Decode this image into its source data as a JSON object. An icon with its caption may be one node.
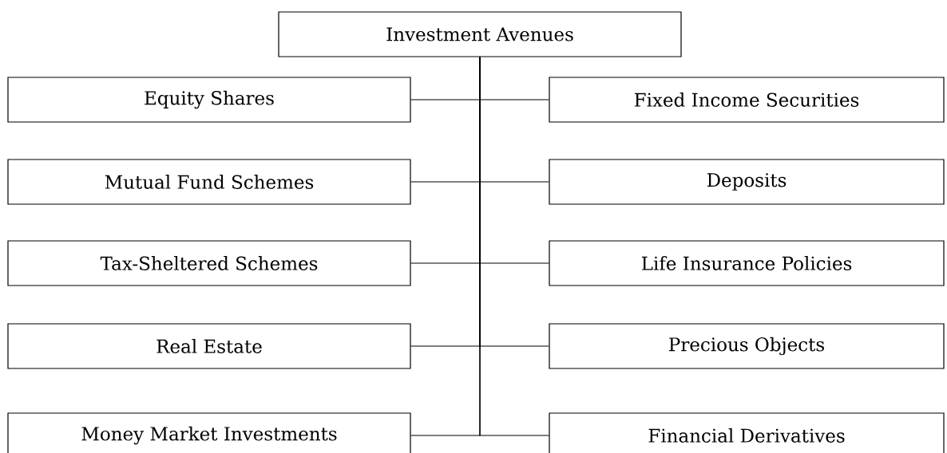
{
  "diagram": {
    "nodes": [
      {
        "text": [
          "Investment Avenues"
        ]
      },
      {
        "text": [
          "Equity Shares"
        ]
      },
      {
        "text": [
          "Fixed Income Securities"
        ]
      },
      {
        "text": [
          "Mutual Fund Schemes"
        ]
      },
      {
        "text": [
          "Deposits"
        ]
      },
      {
        "text": [
          "Tax-Sheltered Schemes"
        ]
      },
      {
        "text": [
          "Life Insurance Policies"
        ]
      },
      {
        "text": [
          "Real Estate"
        ]
      },
      {
        "text": [
          "Precious Objects"
        ]
      },
      {
        "text": [
          "Money Market Investments"
        ]
      },
      {
        "text": [
          "Financial Derivatives"
        ]
      }
    ],
    "edges": [
      {
        "from": 0,
        "to": 1,
        "arrow": "none"
      },
      {
        "from": 0,
        "to": 2,
        "arrow": "none"
      },
      {
        "from": 0,
        "to": 3,
        "arrow": "none"
      },
      {
        "from": 0,
        "to": 4,
        "arrow": "none"
      },
      {
        "from": 0,
        "to": 5,
        "arrow": "none"
      },
      {
        "from": 0,
        "to": 6,
        "arrow": "none"
      },
      {
        "from": 0,
        "to": 7,
        "arrow": "none"
      },
      {
        "from": 0,
        "to": 8,
        "arrow": "none"
      },
      {
        "from": 0,
        "to": 9,
        "arrow": "none"
      },
      {
        "from": 0,
        "to": 10,
        "arrow": "none"
      }
    ]
  }
}
